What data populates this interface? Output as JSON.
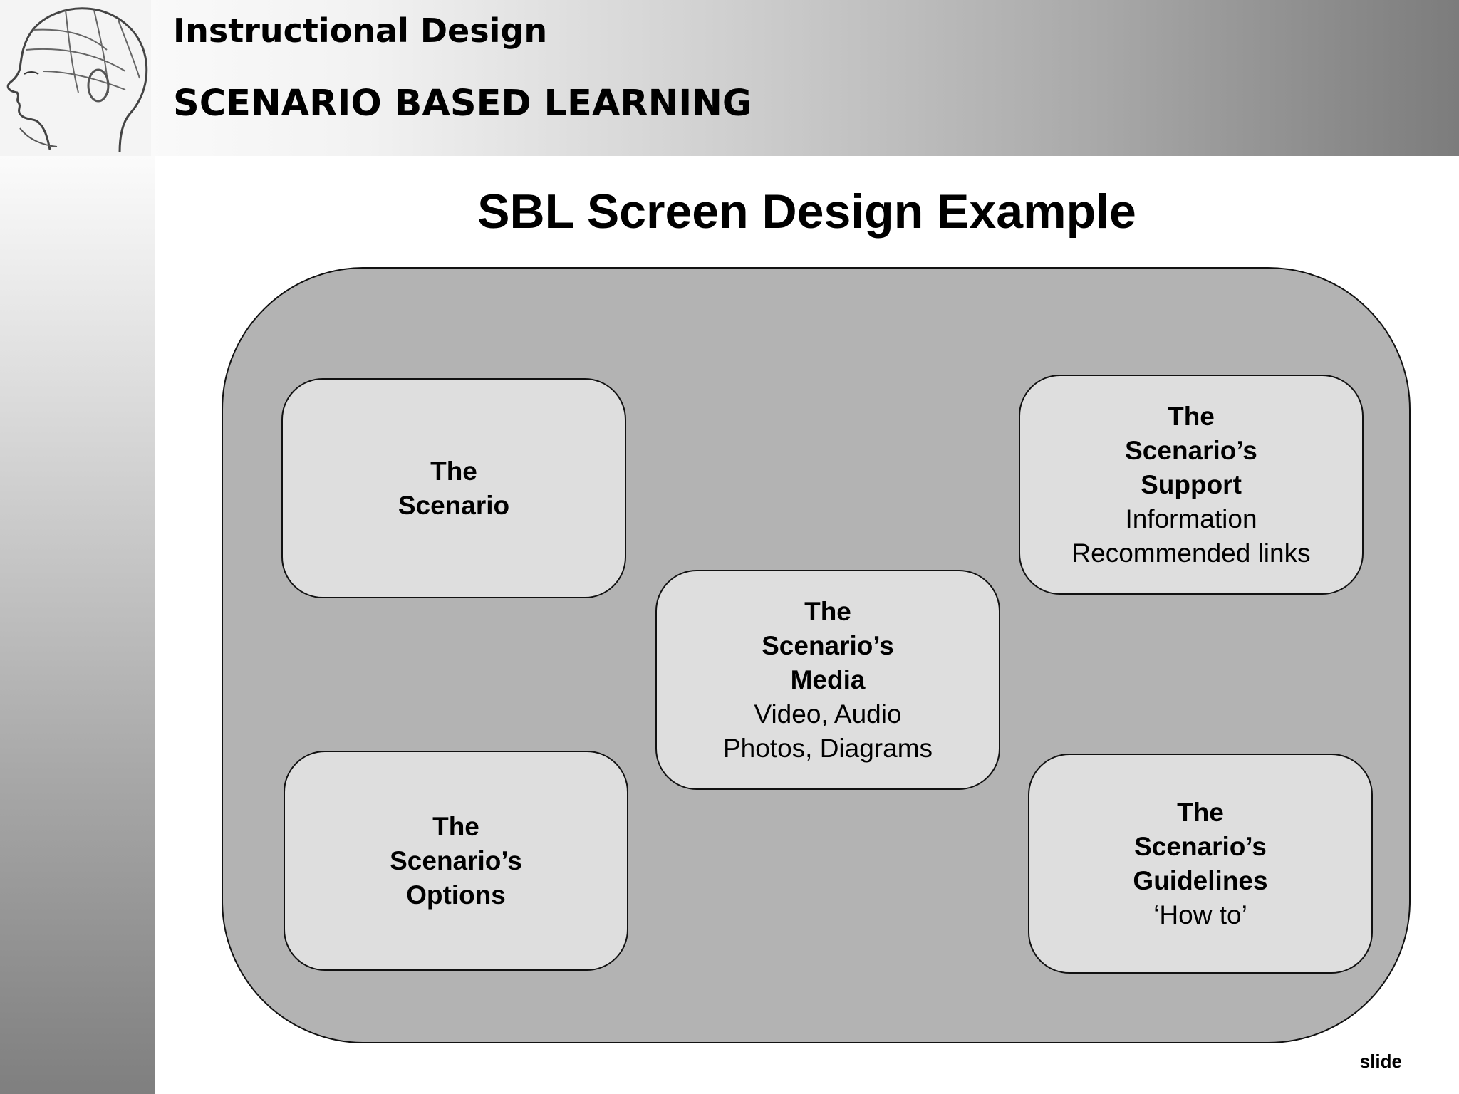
{
  "header": {
    "title": "Instructional Design",
    "subtitle": "SCENARIO BASED LEARNING"
  },
  "slide": {
    "title": "SBL Screen Design Example",
    "footer_label": "slide"
  },
  "panels": {
    "scenario": {
      "line1": "The",
      "line2": "Scenario"
    },
    "support": {
      "line1": "The",
      "line2": "Scenario’s",
      "line3": "Support",
      "detail1": "Information",
      "detail2": "Recommended links"
    },
    "media": {
      "line1": "The",
      "line2": "Scenario’s",
      "line3": "Media",
      "detail1": "Video, Audio",
      "detail2": "Photos, Diagrams"
    },
    "options": {
      "line1": "The",
      "line2": "Scenario’s",
      "line3": "Options"
    },
    "guidelines": {
      "line1": "The",
      "line2": "Scenario’s",
      "line3": "Guidelines",
      "detail1": "‘How to’"
    }
  },
  "icons": {
    "logo": "phrenology-head-icon"
  },
  "colors": {
    "frame": "#b3b3b3",
    "panel": "#dedede",
    "outline": "#111111"
  }
}
